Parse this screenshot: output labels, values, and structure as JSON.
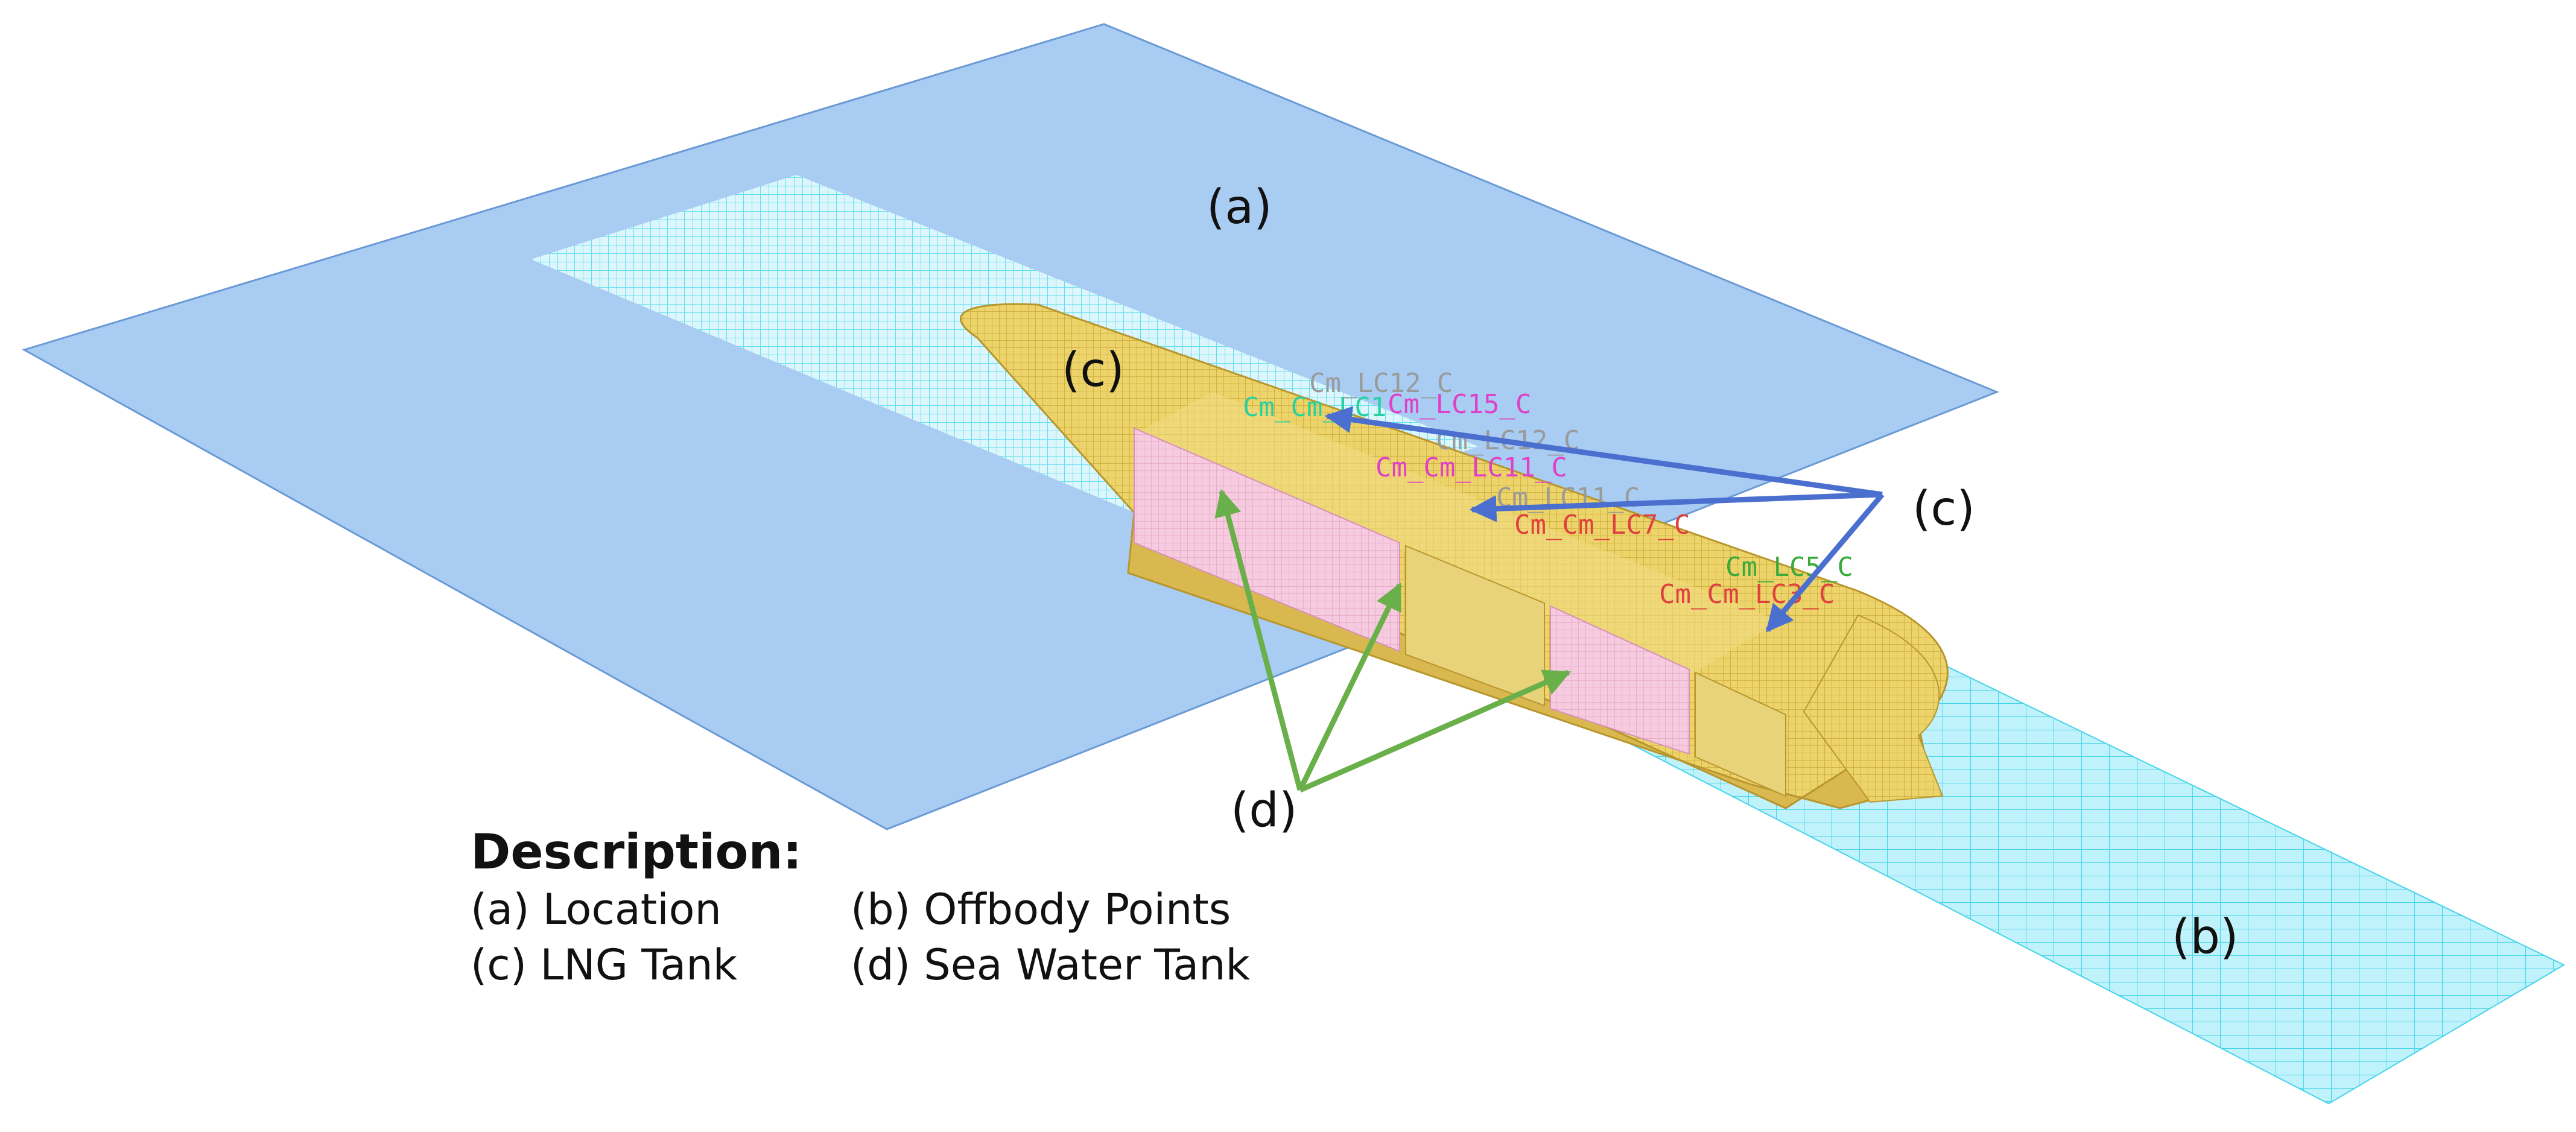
{
  "labels": {
    "a": "(a)",
    "b": "(b)",
    "c_bow": "(c)",
    "c_right": "(c)",
    "d": "(d)"
  },
  "tank_labels": [
    {
      "text": "Cm_LC12_C",
      "color": "#9a9a9a"
    },
    {
      "text": "Cm_LC15_C",
      "color": "#e040c8"
    },
    {
      "text": "Cm_Cm_LC1",
      "color": "#2ad0a0"
    },
    {
      "text": "Cm_LC12_C",
      "color": "#9a9a9a"
    },
    {
      "text": "Cm_Cm_LC11_C",
      "color": "#e040c8"
    },
    {
      "text": "Cm_LC11_C",
      "color": "#9a9a9a"
    },
    {
      "text": "Cm_Cm_LC7_C",
      "color": "#e04040"
    },
    {
      "text": "Cm_LC5_C",
      "color": "#3aaa3a"
    },
    {
      "text": "Cm_Cm_LC3_C",
      "color": "#e04040"
    }
  ],
  "description": {
    "title": "Description:",
    "items": [
      "(a)  Location",
      "(b) Offbody Points",
      "(c) LNG Tank",
      "(d) Sea Water Tank"
    ]
  },
  "colors": {
    "location_plane": "#a9ccf2",
    "offbody_grid": "#5ee0f2",
    "hull": "#e8c85a",
    "sea_water_tank": "#f2c2dc",
    "lng_arrow": "#4a6fcf",
    "seawater_arrow": "#6ab04a"
  }
}
